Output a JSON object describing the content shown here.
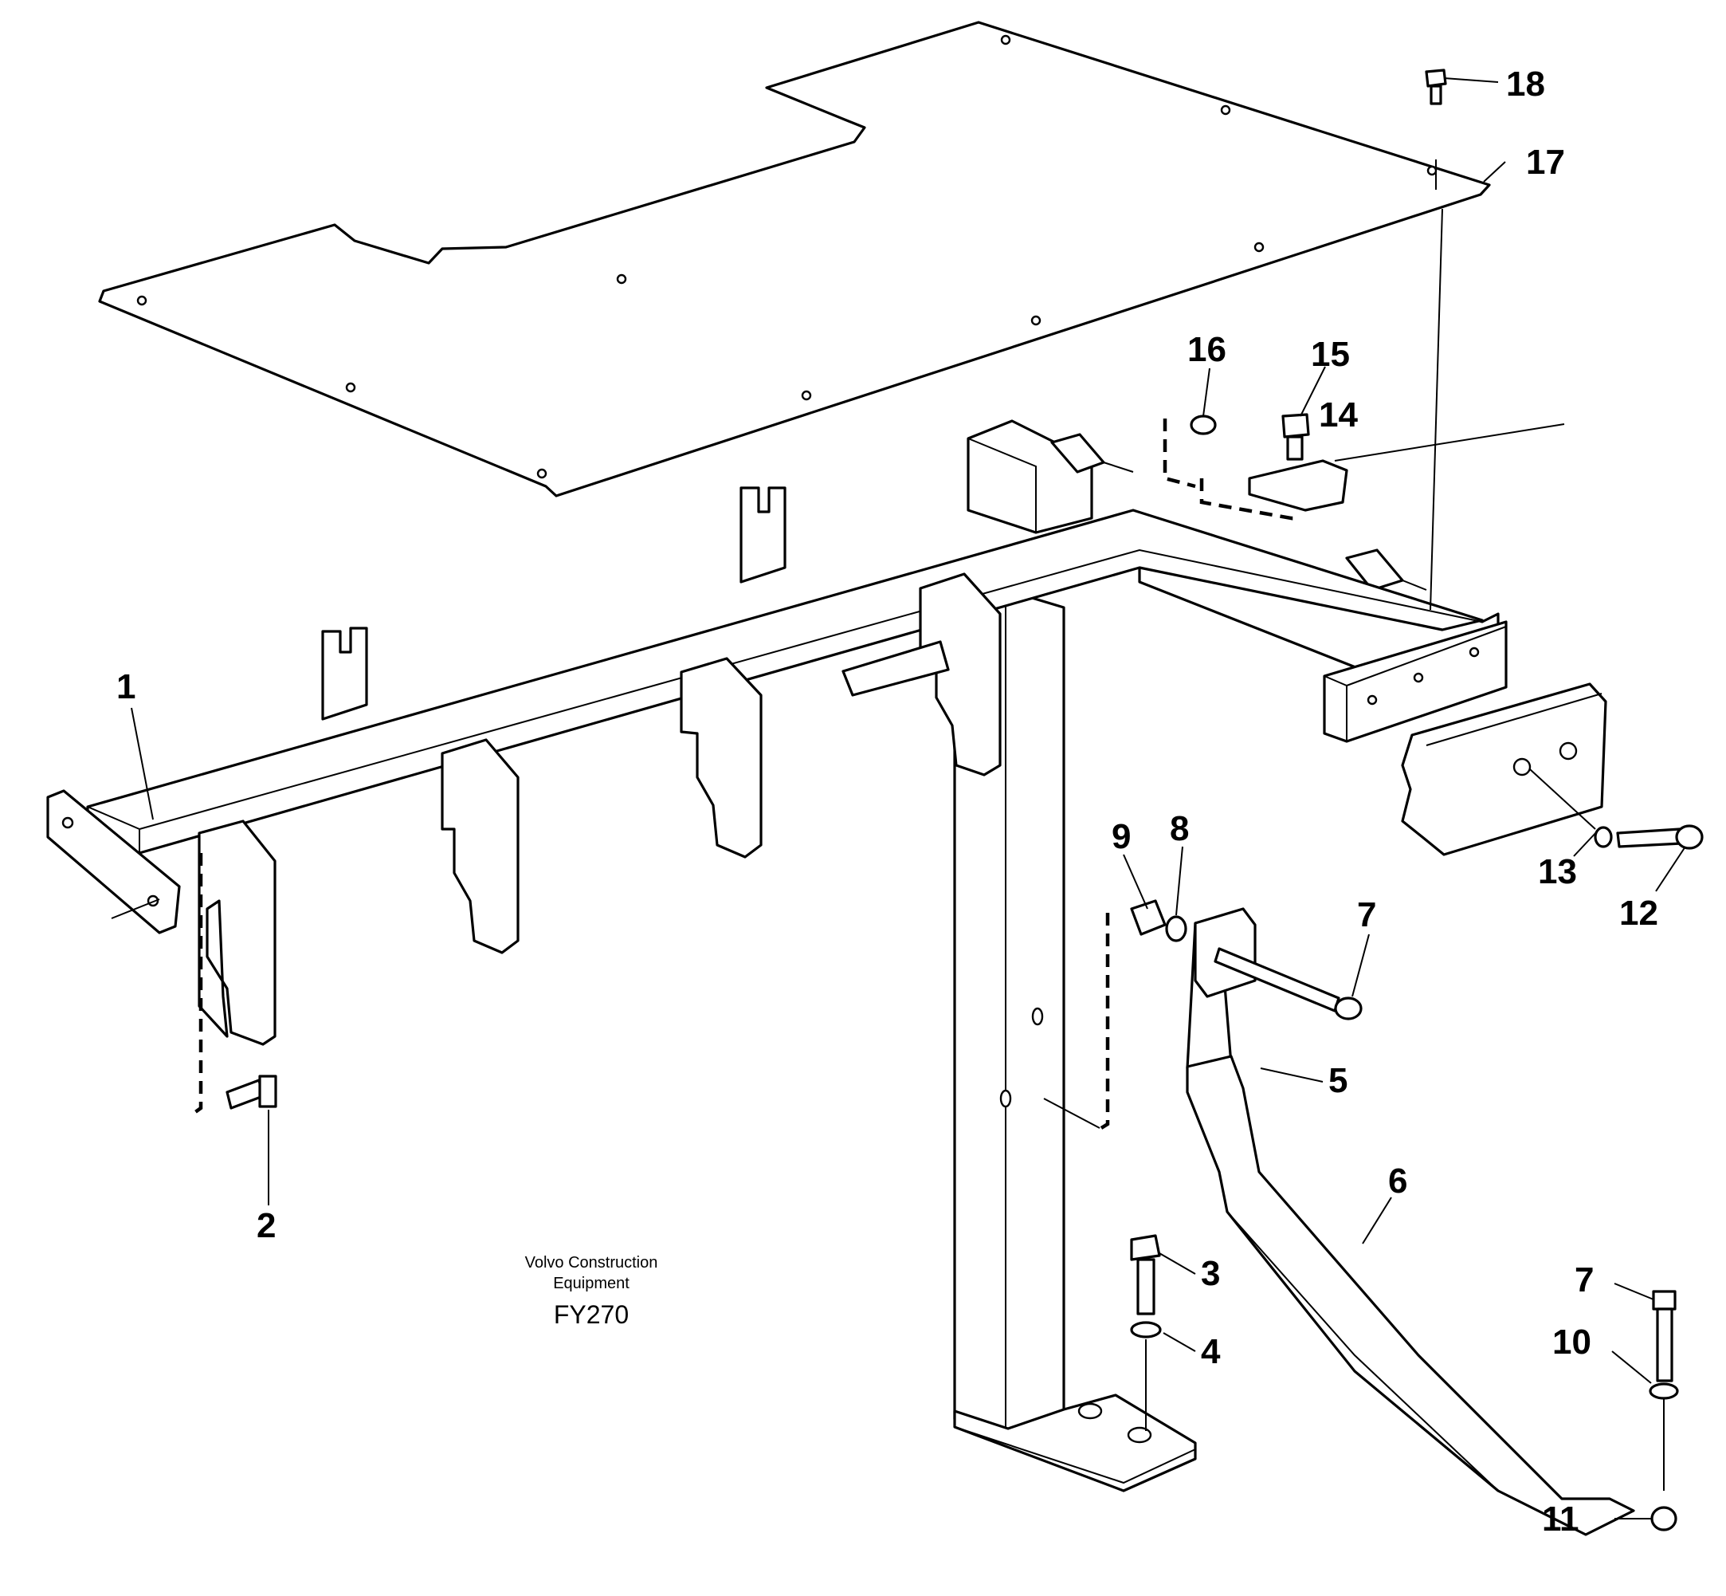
{
  "figure_code": "FY270",
  "publisher": {
    "line1": "Volvo Construction",
    "line2": "Equipment"
  },
  "callouts": [
    {
      "id": "1",
      "label": "1"
    },
    {
      "id": "2",
      "label": "2"
    },
    {
      "id": "3",
      "label": "3"
    },
    {
      "id": "4",
      "label": "4"
    },
    {
      "id": "5",
      "label": "5"
    },
    {
      "id": "6",
      "label": "6"
    },
    {
      "id": "7a",
      "label": "7"
    },
    {
      "id": "7b",
      "label": "7"
    },
    {
      "id": "8",
      "label": "8"
    },
    {
      "id": "9",
      "label": "9"
    },
    {
      "id": "10",
      "label": "10"
    },
    {
      "id": "11",
      "label": "11"
    },
    {
      "id": "12",
      "label": "12"
    },
    {
      "id": "13",
      "label": "13"
    },
    {
      "id": "14",
      "label": "14"
    },
    {
      "id": "15",
      "label": "15"
    },
    {
      "id": "16",
      "label": "16"
    },
    {
      "id": "17",
      "label": "17"
    },
    {
      "id": "18",
      "label": "18"
    }
  ]
}
